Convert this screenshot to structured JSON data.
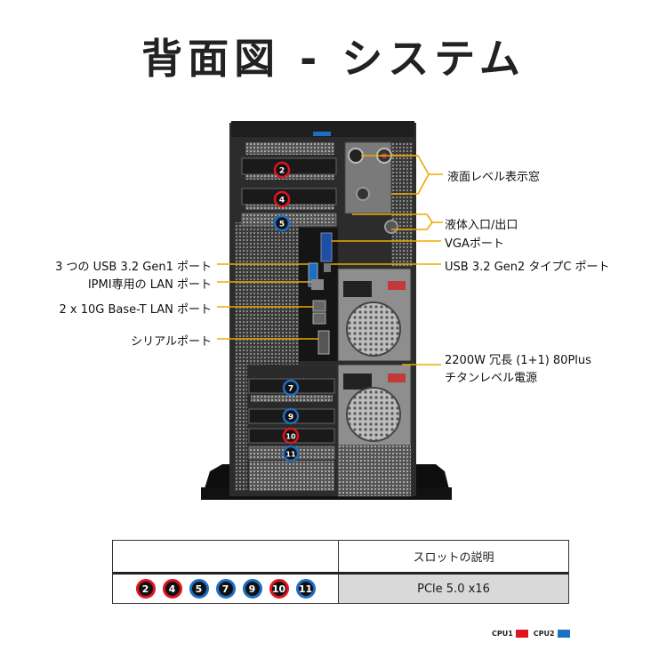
{
  "title": "背面図 - システム",
  "colors": {
    "cpu1": "#e0141e",
    "cpu2": "#1d6fc4",
    "callout": "#f0a800"
  },
  "slots_on_chassis": [
    {
      "num": "2",
      "cpu": "cpu1"
    },
    {
      "num": "4",
      "cpu": "cpu1"
    },
    {
      "num": "5",
      "cpu": "cpu2"
    },
    {
      "num": "7",
      "cpu": "cpu2"
    },
    {
      "num": "9",
      "cpu": "cpu2"
    },
    {
      "num": "10",
      "cpu": "cpu1"
    },
    {
      "num": "11",
      "cpu": "cpu2"
    }
  ],
  "labels": {
    "liquid_level": "液面レベル表示窓",
    "liquid_io": "液体入口/出口",
    "vga": "VGAポート",
    "usb_gen2": "USB 3.2 Gen2 タイプC ポート",
    "usb_gen1": "3 つの USB 3.2 Gen1 ポート",
    "ipmi": "IPMI専用の LAN ポート",
    "lan10g": "2 x 10G Base-T LAN ポート",
    "serial": "シリアルポート",
    "psu_line1": "2200W 冗長 (1+1) 80Plus",
    "psu_line2": "チタンレベル電源"
  },
  "table": {
    "header": "スロットの説明",
    "row_value": "PCle 5.0 x16",
    "slots": [
      {
        "num": "2",
        "cpu": "cpu1"
      },
      {
        "num": "4",
        "cpu": "cpu1"
      },
      {
        "num": "5",
        "cpu": "cpu2"
      },
      {
        "num": "7",
        "cpu": "cpu2"
      },
      {
        "num": "9",
        "cpu": "cpu2"
      },
      {
        "num": "10",
        "cpu": "cpu1"
      },
      {
        "num": "11",
        "cpu": "cpu2"
      }
    ]
  },
  "legend": {
    "cpu1": "CPU1",
    "cpu2": "CPU2"
  }
}
